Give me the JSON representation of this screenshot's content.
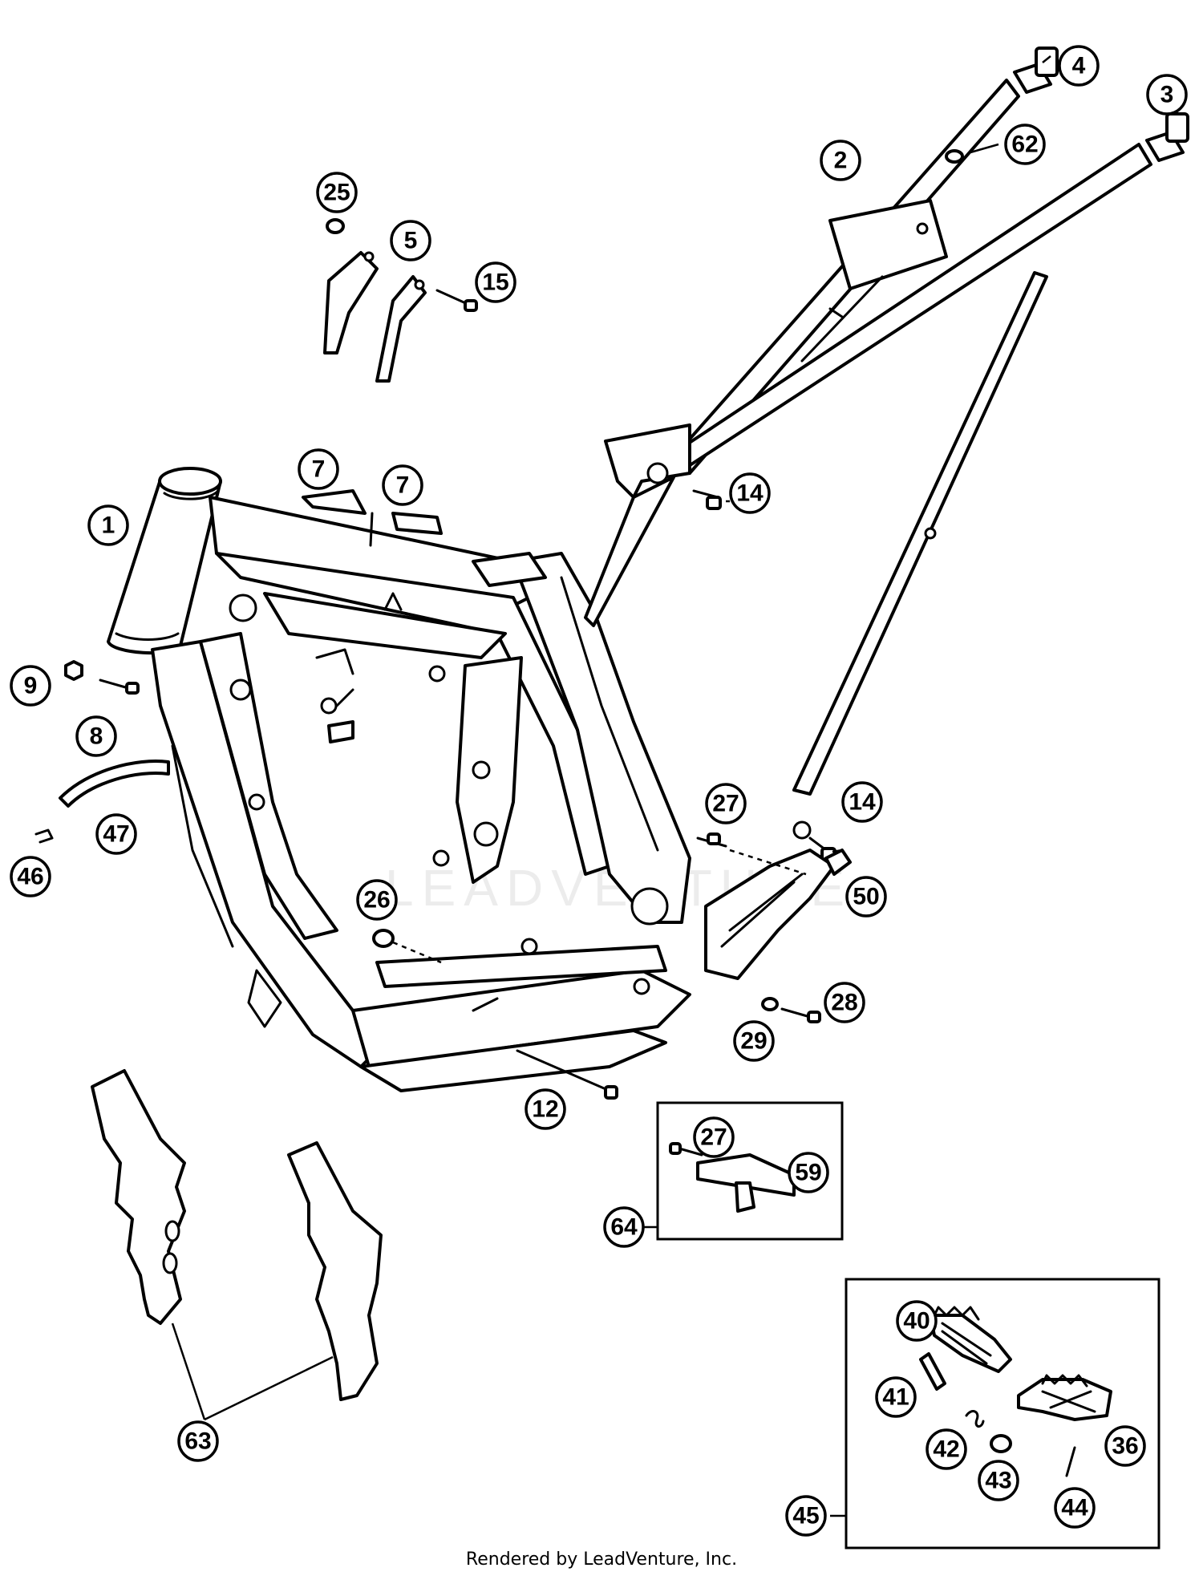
{
  "callouts": [
    {
      "id": "c1",
      "label": "1"
    },
    {
      "id": "c2",
      "label": "2"
    },
    {
      "id": "c3",
      "label": "3"
    },
    {
      "id": "c4",
      "label": "4"
    },
    {
      "id": "c5",
      "label": "5"
    },
    {
      "id": "c7a",
      "label": "7"
    },
    {
      "id": "c7b",
      "label": "7"
    },
    {
      "id": "c8",
      "label": "8"
    },
    {
      "id": "c9",
      "label": "9"
    },
    {
      "id": "c12",
      "label": "12"
    },
    {
      "id": "c14a",
      "label": "14"
    },
    {
      "id": "c14b",
      "label": "14"
    },
    {
      "id": "c15",
      "label": "15"
    },
    {
      "id": "c25",
      "label": "25"
    },
    {
      "id": "c26",
      "label": "26"
    },
    {
      "id": "c27a",
      "label": "27"
    },
    {
      "id": "c27b",
      "label": "27"
    },
    {
      "id": "c28",
      "label": "28"
    },
    {
      "id": "c29",
      "label": "29"
    },
    {
      "id": "c36",
      "label": "36"
    },
    {
      "id": "c40",
      "label": "40"
    },
    {
      "id": "c41",
      "label": "41"
    },
    {
      "id": "c42",
      "label": "42"
    },
    {
      "id": "c43",
      "label": "43"
    },
    {
      "id": "c44",
      "label": "44"
    },
    {
      "id": "c45",
      "label": "45"
    },
    {
      "id": "c46",
      "label": "46"
    },
    {
      "id": "c47",
      "label": "47"
    },
    {
      "id": "c50",
      "label": "50"
    },
    {
      "id": "c59",
      "label": "59"
    },
    {
      "id": "c62",
      "label": "62"
    },
    {
      "id": "c63",
      "label": "63"
    },
    {
      "id": "c64",
      "label": "64"
    }
  ],
  "watermark": "LEADVENTURE",
  "footer": "Rendered by LeadVenture, Inc."
}
